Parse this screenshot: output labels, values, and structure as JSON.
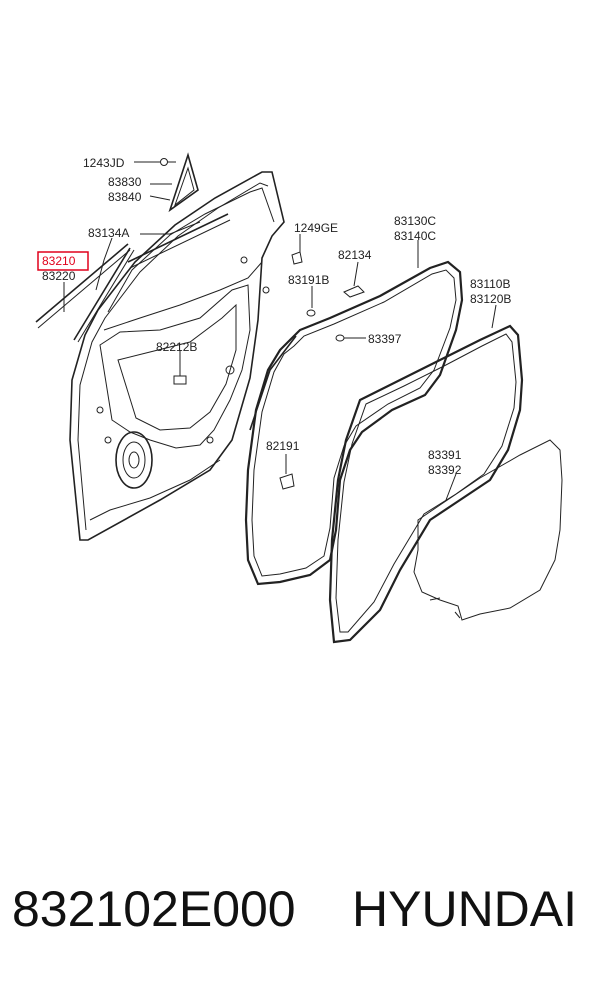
{
  "diagram": {
    "highlight_color": "#e0001b",
    "callouts": [
      {
        "id": "c1243jd",
        "text": "1243JD"
      },
      {
        "id": "c83830",
        "text": "83830"
      },
      {
        "id": "c83840",
        "text": "83840"
      },
      {
        "id": "c83134a",
        "text": "83134A"
      },
      {
        "id": "c83210",
        "text": "83210",
        "highlighted": true
      },
      {
        "id": "c83220",
        "text": "83220"
      },
      {
        "id": "c1249ge",
        "text": "1249GE"
      },
      {
        "id": "c82134",
        "text": "82134"
      },
      {
        "id": "c83130c",
        "text": "83130C"
      },
      {
        "id": "c83140c",
        "text": "83140C"
      },
      {
        "id": "c83191b",
        "text": "83191B"
      },
      {
        "id": "c83110b",
        "text": "83110B"
      },
      {
        "id": "c83120b",
        "text": "83120B"
      },
      {
        "id": "c82212b",
        "text": "82212B"
      },
      {
        "id": "c83397",
        "text": "83397"
      },
      {
        "id": "c82191",
        "text": "82191"
      },
      {
        "id": "c83391",
        "text": "83391"
      },
      {
        "id": "c83392",
        "text": "83392"
      }
    ]
  },
  "footer": {
    "part_number": "832102E000",
    "brand": "HYUNDAI"
  }
}
